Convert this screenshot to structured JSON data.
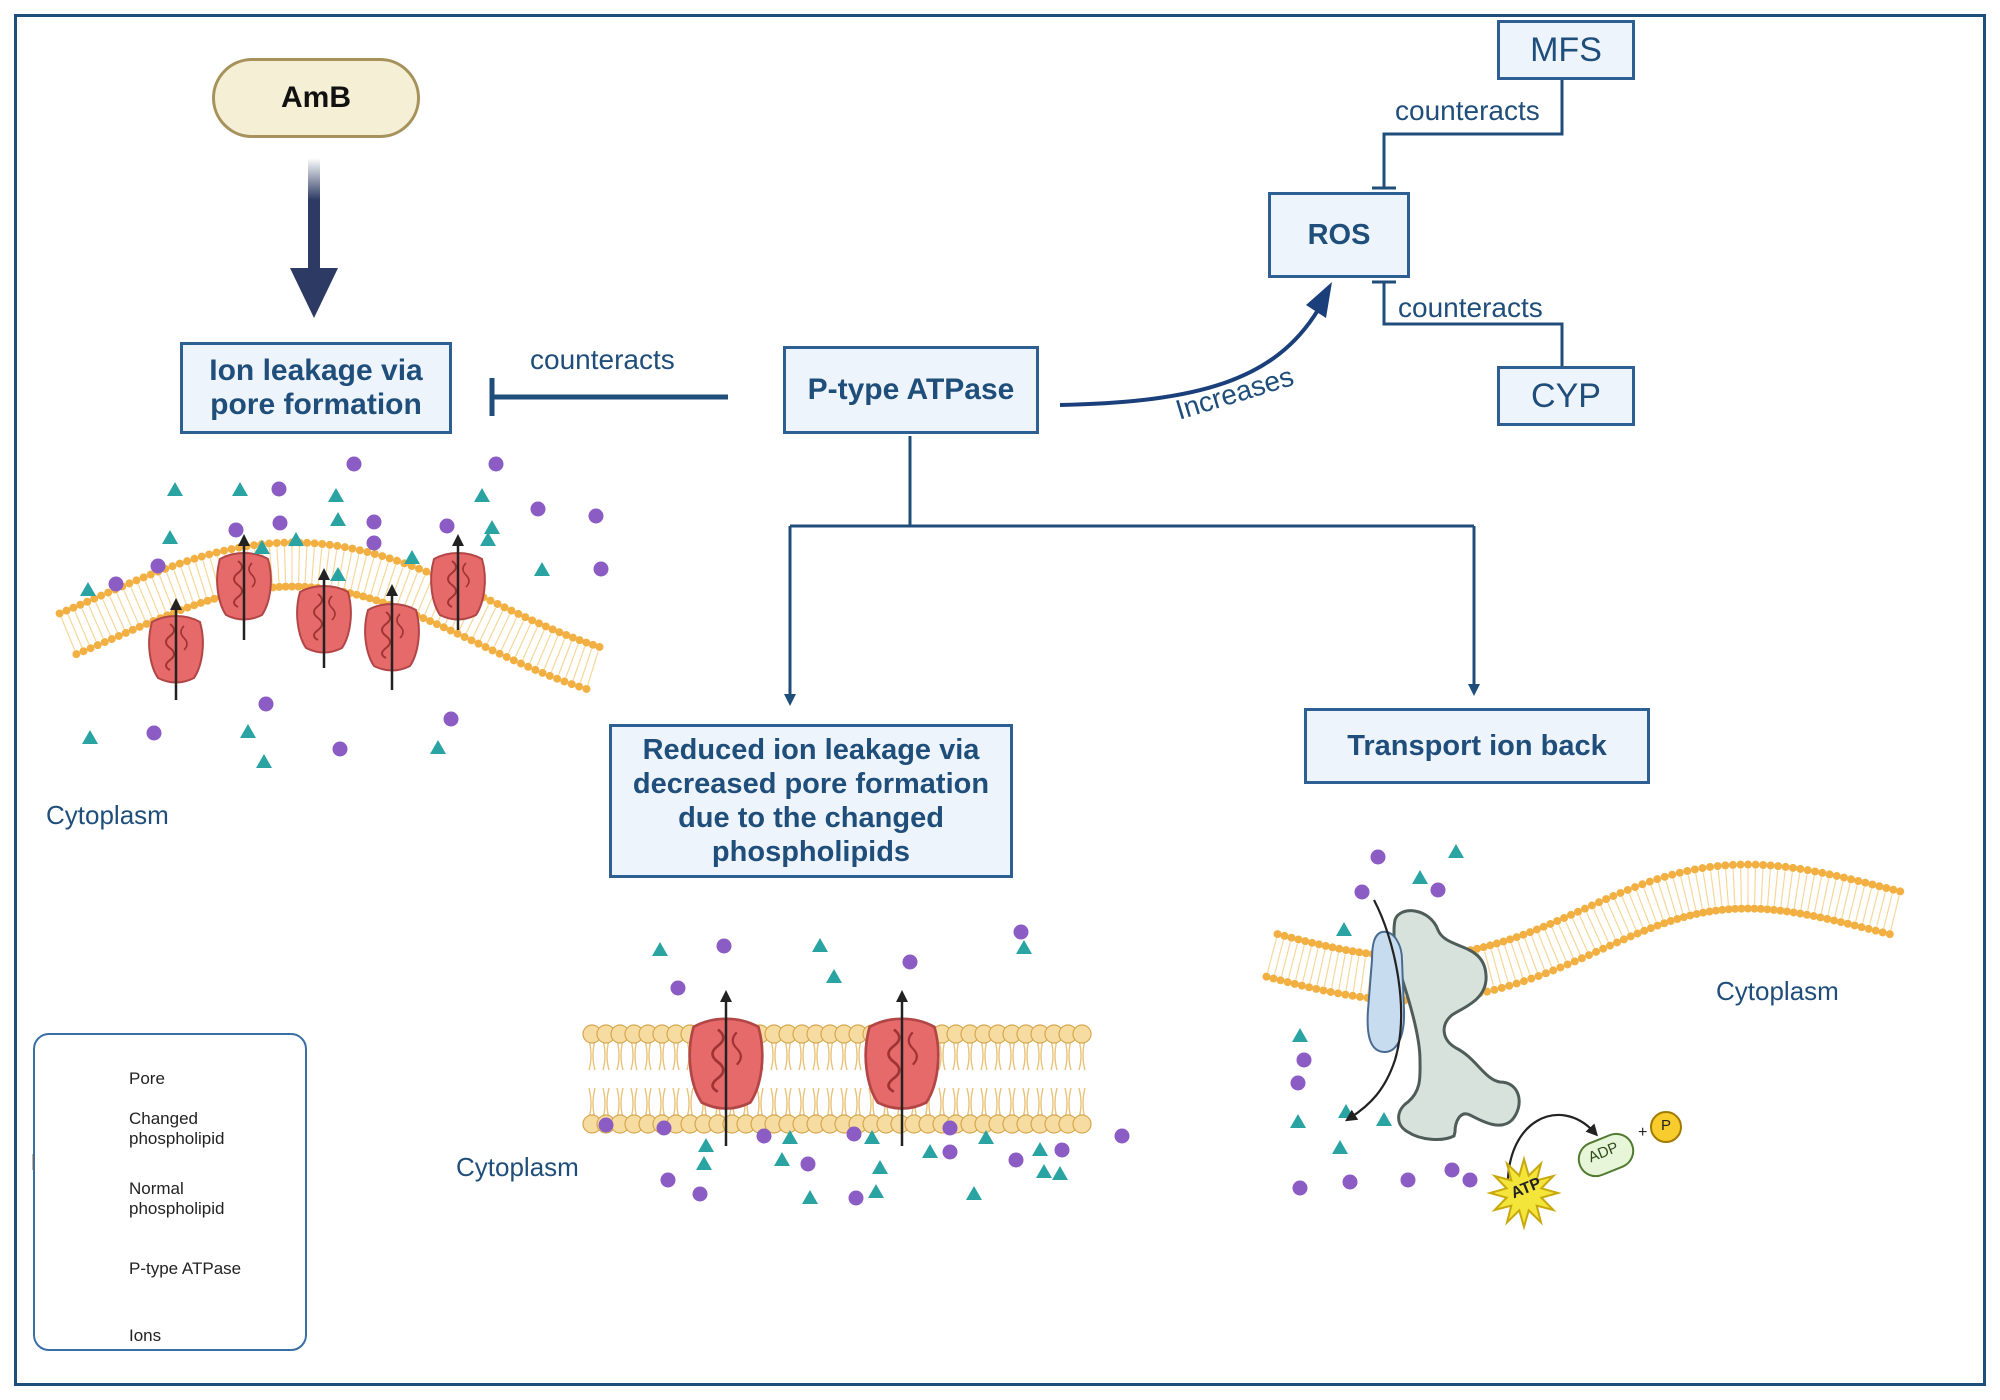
{
  "top_input": {
    "label": "AmB"
  },
  "left_box": {
    "text": "Ion leakage via pore formation"
  },
  "center_box": {
    "text": "P-type ATPase"
  },
  "ros_box": {
    "text": "ROS"
  },
  "mfs_box": {
    "text": "MFS"
  },
  "cyp_box": {
    "text": "CYP"
  },
  "reduced_box": {
    "text": "Reduced ion leakage via decreased pore formation due to the changed phospholipids"
  },
  "transport_box": {
    "text": "Transport ion back"
  },
  "edge_labels": {
    "atpase_to_leak": "counteracts",
    "mfs_to_ros": "counteracts",
    "cyp_to_ros": "counteracts",
    "atpase_to_ros": "Increases"
  },
  "cytoplasm_labels": {
    "left": "Cytoplasm",
    "middle": "Cytoplasm",
    "right": "Cytoplasm"
  },
  "pump_icons": {
    "atp": "ATP",
    "adp": "ADP",
    "p": "P",
    "plus": "+"
  },
  "legend": {
    "items": [
      {
        "icon": "pore-icon",
        "label": "Pore"
      },
      {
        "icon": "changed-phospholipid-icon",
        "label": "Changed phospholipid"
      },
      {
        "icon": "normal-phospholipid-icon",
        "label": "Normal phospholipid"
      },
      {
        "icon": "p-type-atpase-icon",
        "label": "P-type ATPase"
      },
      {
        "icon": "ions-icon",
        "label": "Ions"
      }
    ]
  },
  "colors": {
    "box_fill": "#eef4fb",
    "box_border": "#2e5f93",
    "text_blue": "#1f4e7a",
    "lipid": "#f2b043",
    "pore": "#e66a6a",
    "ion_purple": "#8b5cc4",
    "ion_teal": "#2aa3a3"
  }
}
